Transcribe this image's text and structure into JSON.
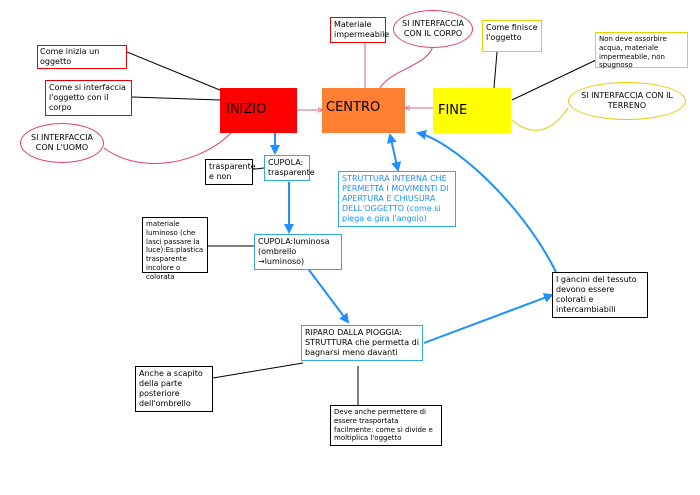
{
  "nodes": {
    "inizio": "INIZIO",
    "centro": "CENTRO",
    "fine": "FINE",
    "come_inizia": "Come inizia un oggetto",
    "come_interfaccia": "Come si interfaccia l'oggetto con il corpo",
    "si_interfaccia_uomo": "SI INTERFACCIA CON L'UOMO",
    "materiale_impermeabile": "Materiale impermeabile",
    "si_interfaccia_corpo": "SI INTERFACCIA CON IL CORPO",
    "come_finisce": "Come finisce l'oggetto",
    "non_deve_assorbire": "Non deve assorbire acqua, materiale impermeabile, non spugnoso",
    "si_interfaccia_terreno": "SI INTERFACCIA CON IL TERRENO",
    "trasparente_e_non": "trasparente e non",
    "cupola_trasparente": "CUPOLA: trasparente",
    "struttura_interna": "STRUTTURA INTERNA CHE PERMETTA I MOVIMENTI DI APERTURA E CHIUSURA DELL'OGGETTO (come si piega e gira l'angolo)",
    "materiale_luminoso": "materiale luminoso (che lasci passare la luce):Es:plastica trasparente incolore o colorata",
    "cupola_luminosa": "CUPOLA:luminosa (ombrello →luminoso)",
    "ganci": "I gancini del tessuto devono essere colorati e intercambiabili",
    "riparo": "RIPARO DALLA PIOGGIA: STRUTTURA che permetta di bagnarsi meno davanti",
    "anche_scapito": "Anche a scapito della parte posteriore dell'ombrello",
    "deve_permettere": "Deve anche permettere di essere trasportata facilmente: come si divide e moltiplica l'oggetto"
  },
  "colors": {
    "inizio_fill": "#ff0000",
    "centro_fill": "#ff7f33",
    "fine_fill": "#ffff00",
    "blue_arrow": "#1e90ff",
    "red_line": "#e04070",
    "yellow_line": "#e8c800",
    "cyan_border": "#33aadd"
  }
}
